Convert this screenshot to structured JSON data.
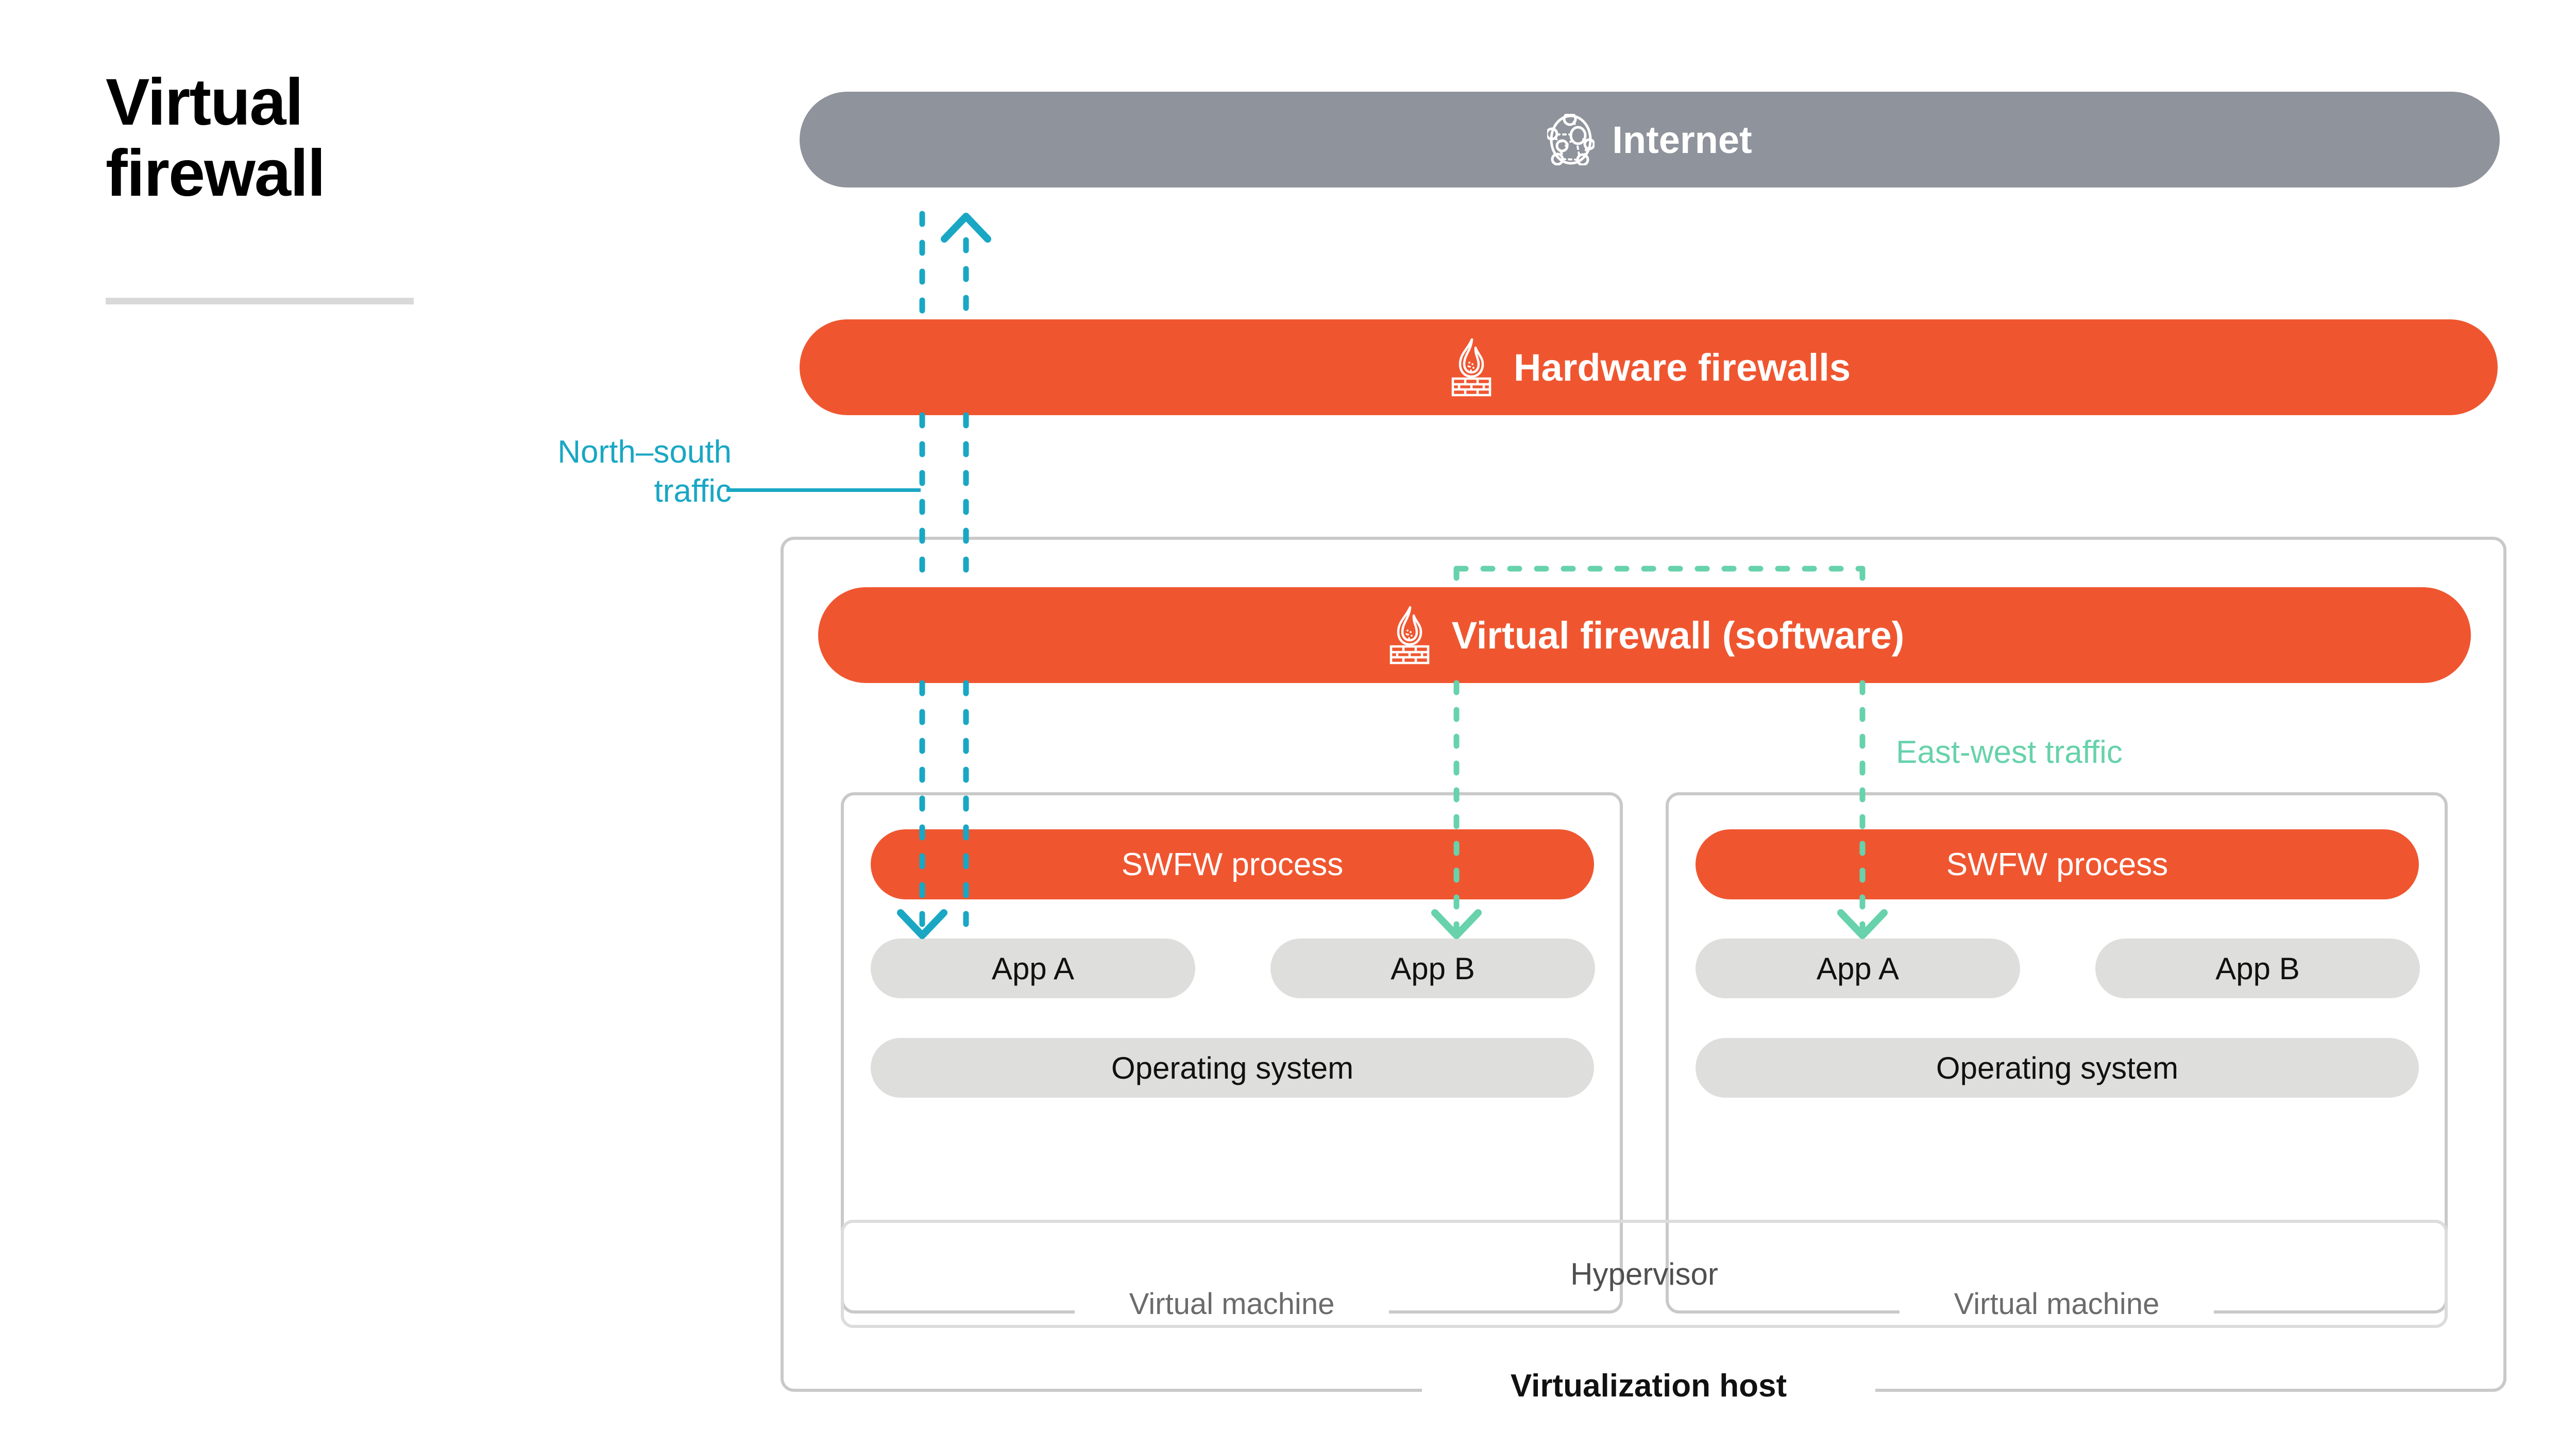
{
  "title": "Virtual\nfirewall",
  "colors": {
    "orange": "#ef5630",
    "gray_pill": "#8f939b",
    "cyan": "#19a7c4",
    "mint": "#67d2ab",
    "light_gray": "#dededd",
    "border_gray": "#c9c9c9"
  },
  "bars": {
    "internet": {
      "label": "Internet",
      "icon": "network-globe-icon"
    },
    "hardware_firewalls": {
      "label": "Hardware firewalls",
      "icon": "firewall-flame-brick-icon"
    },
    "virtual_firewall": {
      "label": "Virtual firewall (software)",
      "icon": "firewall-flame-brick-icon"
    }
  },
  "annotations": {
    "north_south": "North–south\ntraffic",
    "east_west": "East-west traffic"
  },
  "host": {
    "label": "Virtualization host",
    "hypervisor_label": "Hypervisor",
    "vms": [
      {
        "label": "Virtual machine",
        "swfw_label": "SWFW process",
        "apps": [
          "App A",
          "App B"
        ],
        "os_label": "Operating system"
      },
      {
        "label": "Virtual machine",
        "swfw_label": "SWFW process",
        "apps": [
          "App A",
          "App B"
        ],
        "os_label": "Operating system"
      }
    ]
  }
}
